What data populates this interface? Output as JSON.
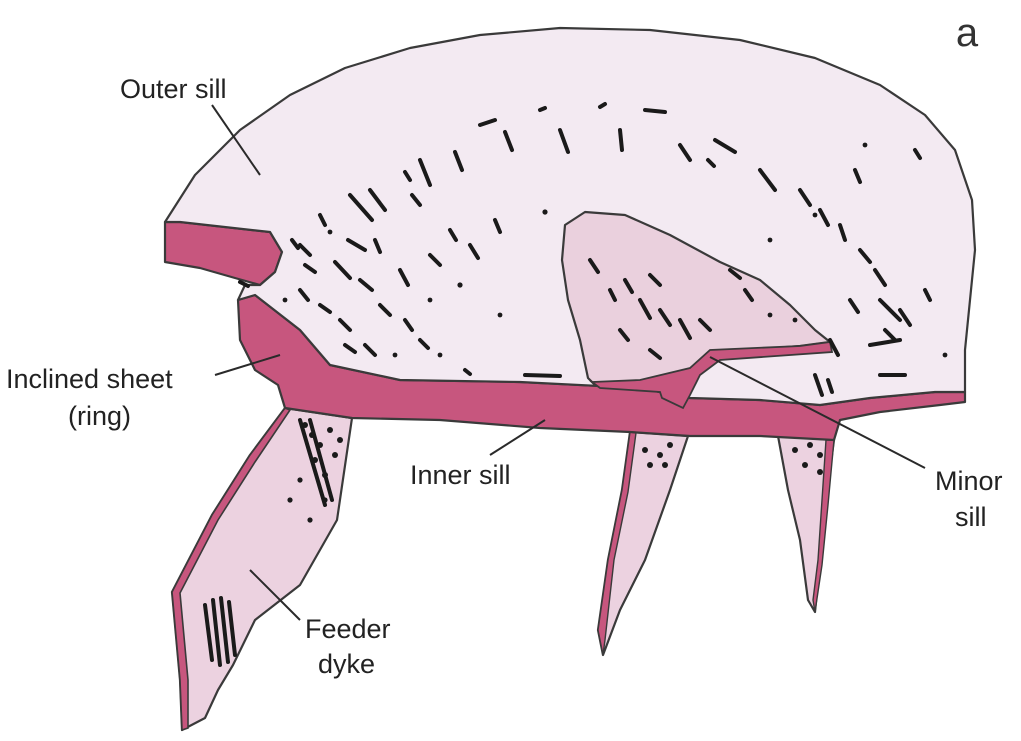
{
  "panel_label": "a",
  "labels": {
    "outer_sill": "Outer sill",
    "inclined_sheet_line1": "Inclined sheet",
    "inclined_sheet_line2": "(ring)",
    "inner_sill": "Inner sill",
    "minor_sill_line1": "Minor",
    "minor_sill_line2": "sill",
    "feeder_dyke_line1": "Feeder",
    "feeder_dyke_line2": "dyke"
  },
  "colors": {
    "sill_top": "#f3eaf2",
    "sill_edge": "#c7567e",
    "dyke_fill": "#ecd2e0",
    "minor_sill_fill": "#ead0dd",
    "outline": "#3a3a3a"
  }
}
